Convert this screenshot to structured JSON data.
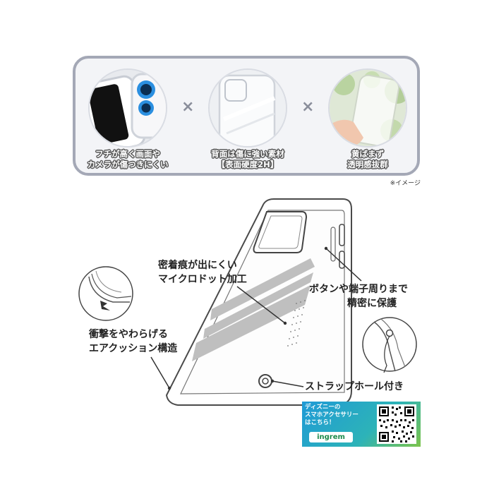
{
  "features": [
    {
      "caption_line1": "フチが高く画面や",
      "caption_line2": "カメラが傷つきにくい",
      "icon": "phone-corner-camera-icon"
    },
    {
      "caption_line1": "背面は傷に強い素材",
      "caption_line2": "【表面硬度2H】",
      "icon": "clear-case-back-icon"
    },
    {
      "caption_line1": "黄ばまず",
      "caption_line2": "透明感抜群",
      "icon": "hand-holding-clear-case-icon"
    }
  ],
  "separator": "×",
  "image_note": "※イメージ",
  "callouts": {
    "micro_dot": {
      "line1": "密着痕が出にくい",
      "line2": "マイクロドット加工"
    },
    "buttons": {
      "line1": "ボタンや端子周りまで",
      "line2": "精密に保護"
    },
    "air_cushion": {
      "line1": "衝撃をやわらげる",
      "line2": "エアクッション構造"
    },
    "strap_hole": {
      "line1": "ストラップホール付き"
    }
  },
  "promo": {
    "line1": "ディズニーの",
    "line2": "スマホアクセサリー",
    "line3": "はこちら！",
    "brand": "ingrem",
    "colors": {
      "start": "#1f9ad6",
      "end": "#7cc44a"
    }
  }
}
